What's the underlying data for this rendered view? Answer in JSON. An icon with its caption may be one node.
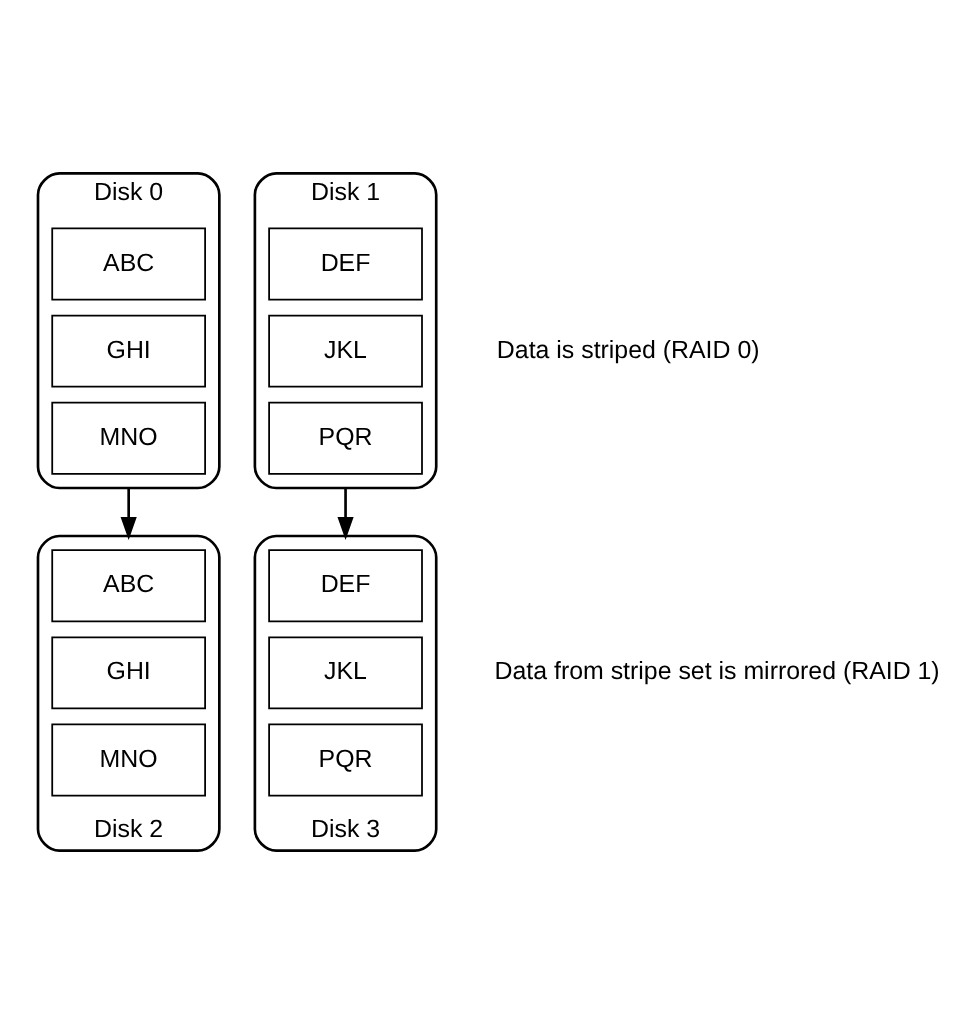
{
  "diagram": {
    "nodes": [
      {
        "text": [],
        "shape": "cylinder",
        "beside": [
          "Disk 0"
        ]
      },
      {
        "text": [
          "ABC"
        ],
        "in": 0
      },
      {
        "text": [
          "GHI"
        ],
        "in": 0
      },
      {
        "text": [
          "MNO"
        ],
        "in": 0
      },
      {
        "text": [],
        "shape": "cylinder",
        "beside": [
          "Disk 1"
        ]
      },
      {
        "text": [
          "DEF"
        ],
        "in": 4
      },
      {
        "text": [
          "JKL"
        ],
        "in": 4
      },
      {
        "text": [
          "PQR"
        ],
        "in": 4
      },
      {
        "text": [],
        "shape": "cylinder",
        "beside": [
          "Disk 2"
        ]
      },
      {
        "text": [
          "ABC"
        ],
        "in": 8
      },
      {
        "text": [
          "GHI"
        ],
        "in": 8
      },
      {
        "text": [
          "MNO"
        ],
        "in": 8
      },
      {
        "text": [],
        "shape": "cylinder",
        "beside": [
          "Disk 3"
        ]
      },
      {
        "text": [
          "DEF"
        ],
        "in": 12
      },
      {
        "text": [
          "JKL"
        ],
        "in": 12
      },
      {
        "text": [
          "PQR"
        ],
        "in": 12
      }
    ],
    "edges": [
      {
        "from": 0,
        "to": 8,
        "arrow": "to"
      },
      {
        "from": 4,
        "to": 12,
        "arrow": "to"
      }
    ],
    "labels": [
      "Data is striped (RAID 0)",
      "Data from stripe set is mirrored (RAID 1)"
    ]
  }
}
